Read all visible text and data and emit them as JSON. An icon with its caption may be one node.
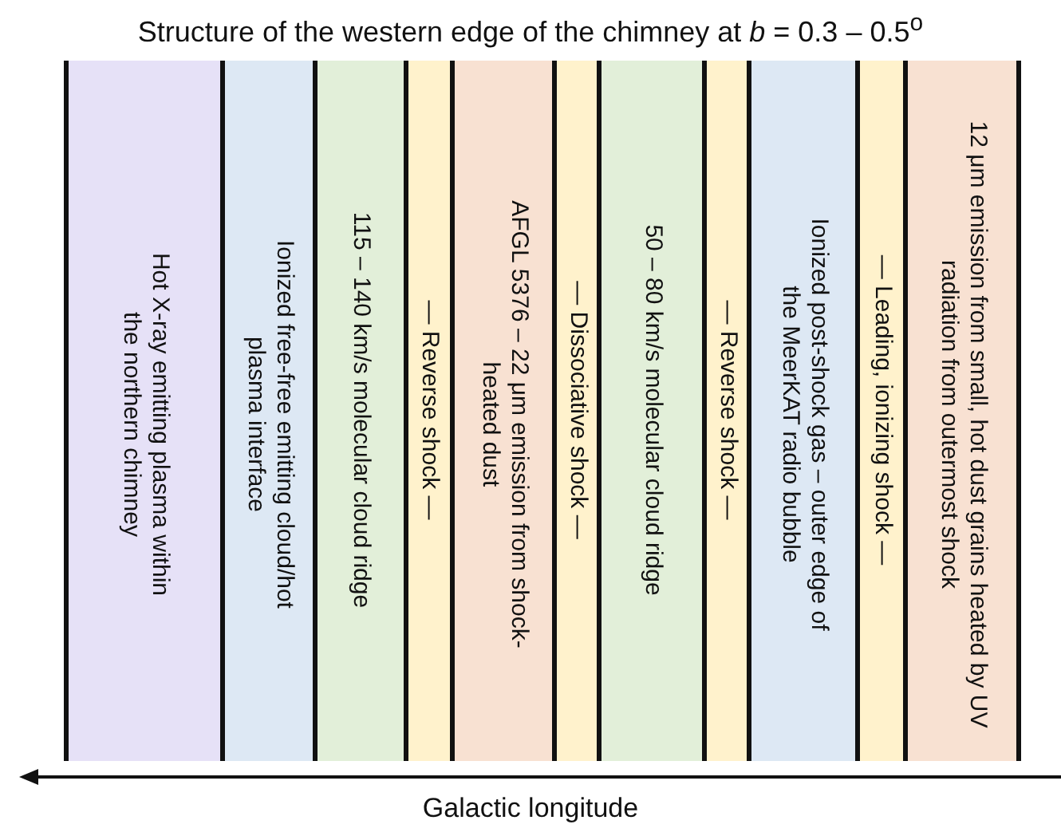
{
  "diagram": {
    "title": "Structure of the western edge of the chimney at *b* = 0.3 – 0.5$^{o}$",
    "nodes": [
      {
        "text": [
          "Hot X-ray emitting plasma within the northern chimney"
        ]
      },
      {
        "text": [
          "Ionized free-free emitting cloud/hot plasma interface"
        ]
      },
      {
        "text": [
          "115 – 140 km/s molecular cloud ridge"
        ]
      },
      {
        "text": [
          "— Reverse shock —"
        ]
      },
      {
        "text": [
          "AFGL 5376 – 22 μm emission from shock-heated dust"
        ]
      },
      {
        "text": [
          "— Dissociative shock —"
        ]
      },
      {
        "text": [
          "50 – 80 km/s molecular cloud ridge"
        ]
      },
      {
        "text": [
          "— Reverse shock —"
        ]
      },
      {
        "text": [
          "Ionized post-shock gas – outer edge of the MeerKAT radio bubble"
        ]
      },
      {
        "text": [
          "— Leading, ionizing shock —"
        ]
      },
      {
        "text": [
          "12 μm emission from small, hot dust grains heated by UV radiation from outermost shock"
        ]
      }
    ],
    "labels": [
      "Galactic longitude"
    ]
  }
}
